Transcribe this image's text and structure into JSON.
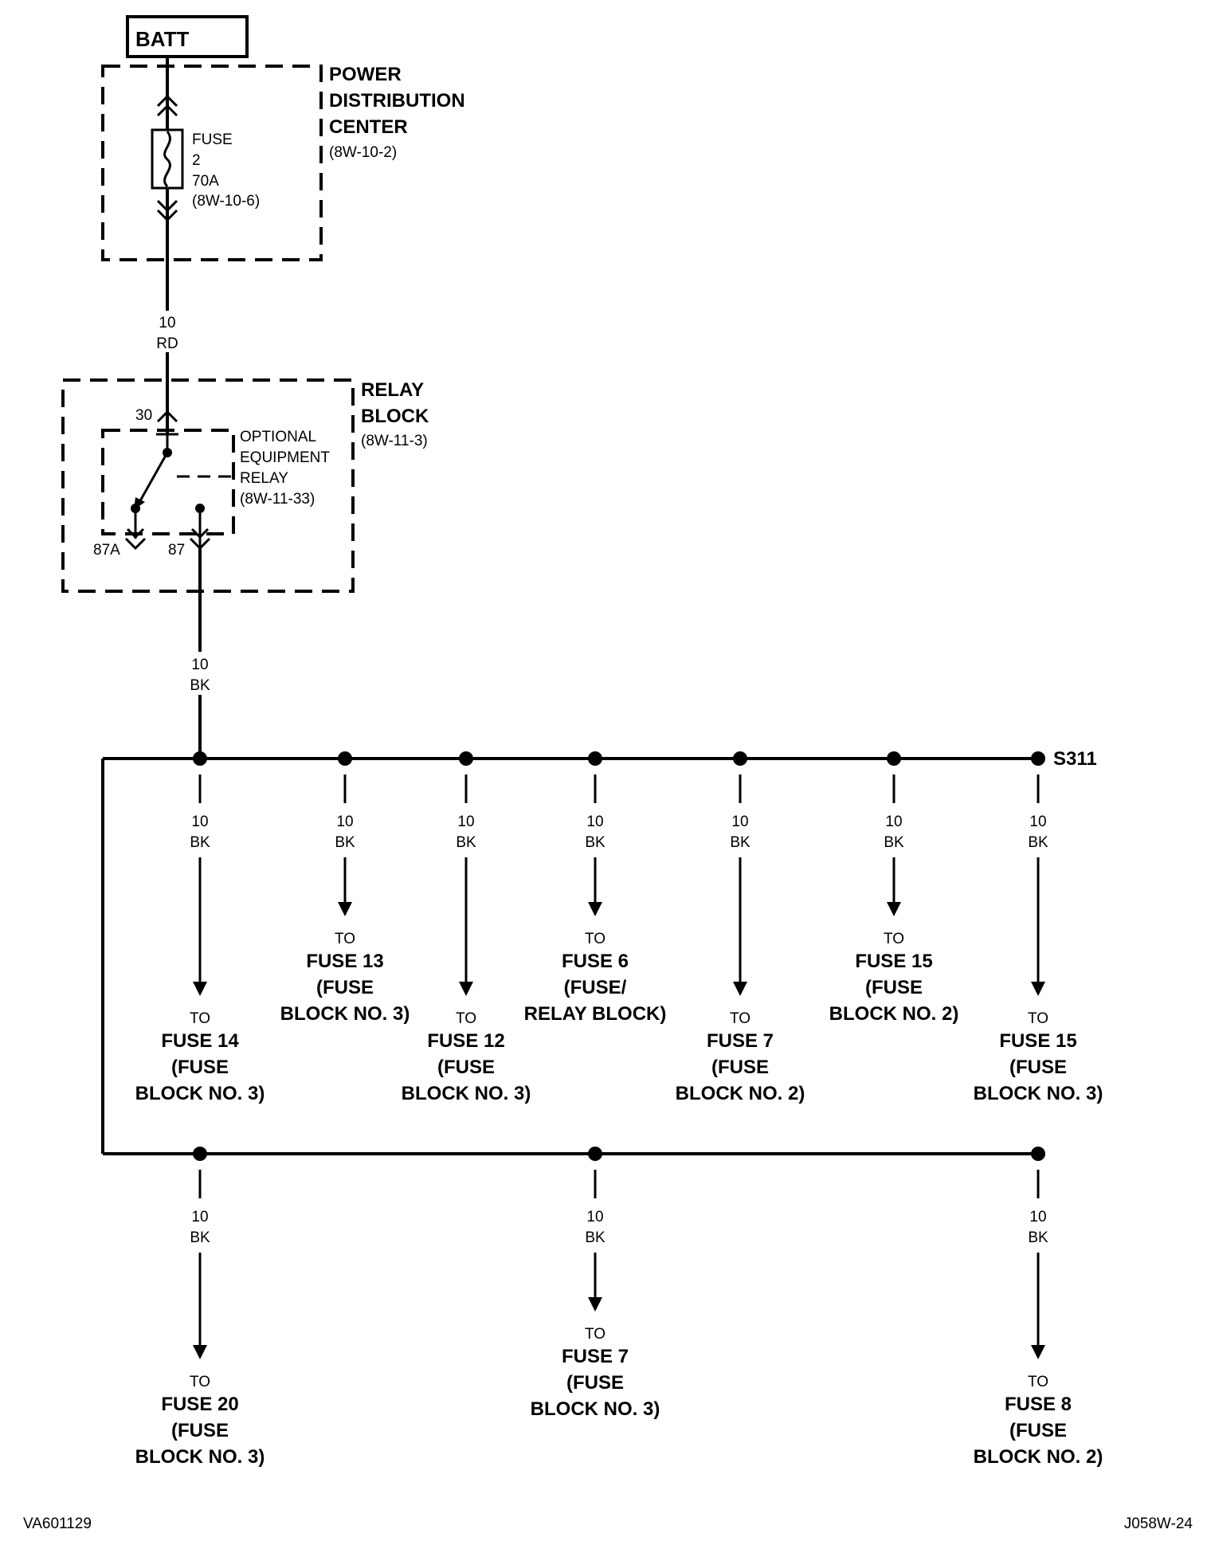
{
  "batt_label": "BATT",
  "pdc": {
    "title_lines": [
      "POWER",
      "DISTRIBUTION",
      "CENTER"
    ],
    "ref": "(8W-10-2)",
    "fuse_lines": [
      "FUSE",
      "2",
      "70A",
      "(8W-10-6)"
    ]
  },
  "wire_feed": {
    "gauge": "10",
    "color": "RD"
  },
  "relay_block": {
    "title_lines": [
      "RELAY",
      "BLOCK"
    ],
    "ref": "(8W-11-3)",
    "relay_lines": [
      "OPTIONAL",
      "EQUIPMENT",
      "RELAY",
      "(8W-11-33)"
    ],
    "pin_30": "30",
    "pin_87a": "87A",
    "pin_87": "87"
  },
  "wire_out": {
    "gauge": "10",
    "color": "BK"
  },
  "splice_label": "S311",
  "branches_row1": [
    {
      "gauge": "10",
      "color": "BK",
      "to": "TO",
      "lines": [
        "FUSE 14",
        "(FUSE",
        "BLOCK NO. 3)"
      ]
    },
    {
      "gauge": "10",
      "color": "BK",
      "to": "TO",
      "lines": [
        "FUSE 13",
        "(FUSE",
        "BLOCK NO. 3)"
      ]
    },
    {
      "gauge": "10",
      "color": "BK",
      "to": "TO",
      "lines": [
        "FUSE 12",
        "(FUSE",
        "BLOCK NO. 3)"
      ]
    },
    {
      "gauge": "10",
      "color": "BK",
      "to": "TO",
      "lines": [
        "FUSE 6",
        "(FUSE/",
        "RELAY BLOCK)"
      ]
    },
    {
      "gauge": "10",
      "color": "BK",
      "to": "TO",
      "lines": [
        "FUSE 7",
        "(FUSE",
        "BLOCK NO. 2)"
      ]
    },
    {
      "gauge": "10",
      "color": "BK",
      "to": "TO",
      "lines": [
        "FUSE 15",
        "(FUSE",
        "BLOCK NO. 2)"
      ]
    },
    {
      "gauge": "10",
      "color": "BK",
      "to": "TO",
      "lines": [
        "FUSE 15",
        "(FUSE",
        "BLOCK NO. 3)"
      ]
    }
  ],
  "branches_row2": [
    {
      "gauge": "10",
      "color": "BK",
      "to": "TO",
      "lines": [
        "FUSE 20",
        "(FUSE",
        "BLOCK NO. 3)"
      ]
    },
    {
      "gauge": "10",
      "color": "BK",
      "to": "TO",
      "lines": [
        "FUSE 7",
        "(FUSE",
        "BLOCK NO. 3)"
      ]
    },
    {
      "gauge": "10",
      "color": "BK",
      "to": "TO",
      "lines": [
        "FUSE 8",
        "(FUSE",
        "BLOCK NO. 2)"
      ]
    }
  ],
  "footer": {
    "left": "VA601129",
    "right": "J058W-24"
  }
}
